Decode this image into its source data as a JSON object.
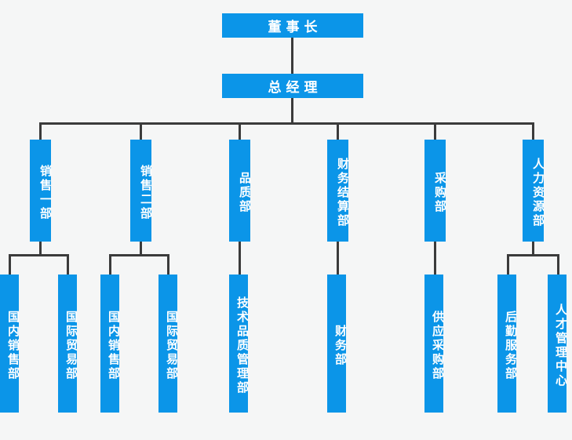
{
  "chart": {
    "type": "org-chart",
    "title": "",
    "colors": {
      "node_fill": "#0b95e8",
      "node_text": "#ffffff",
      "connector": "#3b3b3b",
      "background": "#f5f6f6"
    },
    "levels": {
      "level1": [
        {
          "id": "chairman",
          "label": "董事长"
        }
      ],
      "level2": [
        {
          "id": "general-manager",
          "label": "总经理"
        }
      ],
      "level3": [
        {
          "id": "sales-dept-1",
          "label": "销售一部"
        },
        {
          "id": "sales-dept-2",
          "label": "销售二部"
        },
        {
          "id": "quality-dept",
          "label": "品质部"
        },
        {
          "id": "finance-settlement-dept",
          "label": "财务结算部"
        },
        {
          "id": "procurement-dept",
          "label": "采购部"
        },
        {
          "id": "human-resources-dept",
          "label": "人力资源部"
        }
      ],
      "level4": [
        {
          "id": "domestic-sales-dept-1",
          "label": "国内销售部",
          "parent": "sales-dept-1"
        },
        {
          "id": "international-trade-dept-1",
          "label": "国际贸易部",
          "parent": "sales-dept-1"
        },
        {
          "id": "domestic-sales-dept-2",
          "label": "国内销售部",
          "parent": "sales-dept-2"
        },
        {
          "id": "international-trade-dept-2",
          "label": "国际贸易部",
          "parent": "sales-dept-2"
        },
        {
          "id": "technical-quality-management-dept",
          "label": "技术品质管理部",
          "parent": "quality-dept"
        },
        {
          "id": "finance-dept",
          "label": "财务部",
          "parent": "finance-settlement-dept"
        },
        {
          "id": "supply-procurement-dept",
          "label": "供应采购部",
          "parent": "procurement-dept"
        },
        {
          "id": "logistics-service-dept",
          "label": "后勤服务部",
          "parent": "human-resources-dept"
        },
        {
          "id": "talent-management-center",
          "label": "人才管理中心",
          "parent": "human-resources-dept"
        }
      ]
    }
  }
}
